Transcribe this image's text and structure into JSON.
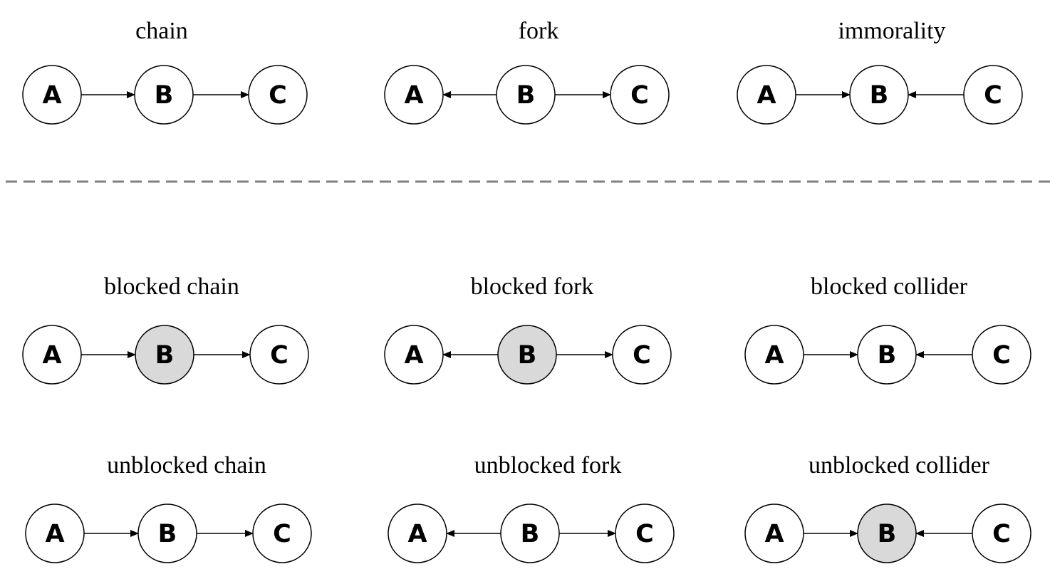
{
  "diagram": {
    "colors": {
      "stroke": "#000000",
      "node_fill": "#ffffff",
      "conditioned_fill": "#d9d9d9",
      "separator": "#808080"
    },
    "panels": [
      {
        "title": "chain",
        "nodes": [
          {
            "label": "A",
            "conditioned": false
          },
          {
            "label": "B",
            "conditioned": false
          },
          {
            "label": "C",
            "conditioned": false
          }
        ],
        "edges": [
          {
            "from": "A",
            "to": "B"
          },
          {
            "from": "B",
            "to": "C"
          }
        ]
      },
      {
        "title": "fork",
        "nodes": [
          {
            "label": "A",
            "conditioned": false
          },
          {
            "label": "B",
            "conditioned": false
          },
          {
            "label": "C",
            "conditioned": false
          }
        ],
        "edges": [
          {
            "from": "B",
            "to": "A"
          },
          {
            "from": "B",
            "to": "C"
          }
        ]
      },
      {
        "title": "immorality",
        "nodes": [
          {
            "label": "A",
            "conditioned": false
          },
          {
            "label": "B",
            "conditioned": false
          },
          {
            "label": "C",
            "conditioned": false
          }
        ],
        "edges": [
          {
            "from": "A",
            "to": "B"
          },
          {
            "from": "C",
            "to": "B"
          }
        ]
      },
      {
        "title": "blocked chain",
        "nodes": [
          {
            "label": "A",
            "conditioned": false
          },
          {
            "label": "B",
            "conditioned": true
          },
          {
            "label": "C",
            "conditioned": false
          }
        ],
        "edges": [
          {
            "from": "A",
            "to": "B"
          },
          {
            "from": "B",
            "to": "C"
          }
        ]
      },
      {
        "title": "blocked fork",
        "nodes": [
          {
            "label": "A",
            "conditioned": false
          },
          {
            "label": "B",
            "conditioned": true
          },
          {
            "label": "C",
            "conditioned": false
          }
        ],
        "edges": [
          {
            "from": "B",
            "to": "A"
          },
          {
            "from": "B",
            "to": "C"
          }
        ]
      },
      {
        "title": "blocked collider",
        "nodes": [
          {
            "label": "A",
            "conditioned": false
          },
          {
            "label": "B",
            "conditioned": false
          },
          {
            "label": "C",
            "conditioned": false
          }
        ],
        "edges": [
          {
            "from": "A",
            "to": "B"
          },
          {
            "from": "C",
            "to": "B"
          }
        ]
      },
      {
        "title": "unblocked chain",
        "nodes": [
          {
            "label": "A",
            "conditioned": false
          },
          {
            "label": "B",
            "conditioned": false
          },
          {
            "label": "C",
            "conditioned": false
          }
        ],
        "edges": [
          {
            "from": "A",
            "to": "B"
          },
          {
            "from": "B",
            "to": "C"
          }
        ]
      },
      {
        "title": "unblocked fork",
        "nodes": [
          {
            "label": "A",
            "conditioned": false
          },
          {
            "label": "B",
            "conditioned": false
          },
          {
            "label": "C",
            "conditioned": false
          }
        ],
        "edges": [
          {
            "from": "B",
            "to": "A"
          },
          {
            "from": "B",
            "to": "C"
          }
        ]
      },
      {
        "title": "unblocked collider",
        "nodes": [
          {
            "label": "A",
            "conditioned": false
          },
          {
            "label": "B",
            "conditioned": true
          },
          {
            "label": "C",
            "conditioned": false
          }
        ],
        "edges": [
          {
            "from": "A",
            "to": "B"
          },
          {
            "from": "C",
            "to": "B"
          }
        ]
      }
    ]
  }
}
